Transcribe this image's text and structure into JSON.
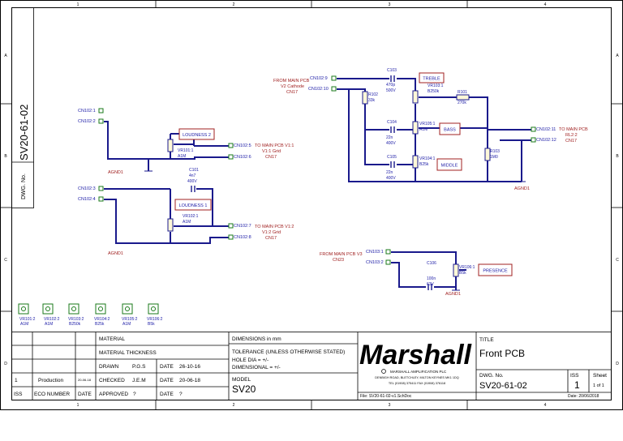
{
  "frame": {
    "col_numbers": [
      "1",
      "2",
      "3",
      "4"
    ],
    "row_letters": [
      "A",
      "B",
      "C",
      "D"
    ]
  },
  "drawing_no_vertical": "SV20-61-02",
  "dwg_no_label": "DWG. No.",
  "connectors": {
    "cn102_1": "CN102:1",
    "cn102_2": "CN102:2",
    "cn102_3": "CN102:3",
    "cn102_4": "CN102:4",
    "cn102_5": "CN102:5",
    "cn102_6": "CN102:6",
    "cn102_7": "CN102:7",
    "cn102_8": "CN102:8",
    "cn102_9": "CN102:9",
    "cn102_10": "CN102:10",
    "cn102_11": "CN102:11",
    "cn102_12": "CN102:12",
    "cn103_1": "CN103:1",
    "cn103_2": "CN103:2"
  },
  "components": {
    "vr101_ref": "VR101:1",
    "vr101_val": "A1M",
    "vr102_ref": "VR102:1",
    "vr102_val": "A1M",
    "vr103_ref": "VR103:1",
    "vr103_val": "B250k",
    "vr105_ref": "VR105:1",
    "vr105_val": "A1M",
    "vr104_ref": "VR104:1",
    "vr104_val": "B25k",
    "vr106_ref": "VR106:1",
    "vr106_val": "B5k",
    "c101_ref": "C101",
    "c101_val1": "4n7",
    "c101_val2": "400V",
    "c103_ref": "C103",
    "c103_val1": "470p",
    "c103_val2": "500V",
    "c104_ref": "C104",
    "c104_val1": "22n",
    "c104_val2": "400V",
    "c105_ref": "C105",
    "c105_val1": "22n",
    "c105_val2": "400V",
    "c106_ref": "C106",
    "c106_val1": "100n",
    "c106_val2": "63V",
    "r101_ref": "R101",
    "r101_val": "270k",
    "r102_ref": "R102",
    "r102_val": "33k",
    "r103_ref": "R103",
    "r103_val": "1M0"
  },
  "function_labels": {
    "loudness2": "LOUDNESS 2",
    "loudness1": "LOUDNESS 1",
    "treble": "TREBLE",
    "bass": "BASS",
    "middle": "MIDDLE",
    "presence": "PRESENCE"
  },
  "net_notes": {
    "to_v1_1_a": "TO MAIN PCB V1:1",
    "to_v1_1_b": "V1:1 Grid",
    "to_v1_1_c": "CN17",
    "to_v1_2_a": "TO MAIN PCB V1:2",
    "to_v1_2_b": "V1:2 Grid",
    "to_v1_2_c": "CN17",
    "from_v2_a": "FROM MAIN PCB",
    "from_v2_b": "V2 Cathode",
    "from_v2_c": "CN17",
    "to_rl2_a": "TO MAIN PCB",
    "to_rl2_b": "RL2:2",
    "to_rl2_c": "CN17",
    "from_v3_a": "FROM MAIN PCB V3",
    "from_v3_b": "CN23"
  },
  "ground_label": "AGND1",
  "footprints": [
    {
      "ref": "VR101:2",
      "val": "A1M"
    },
    {
      "ref": "VR102:2",
      "val": "A1M"
    },
    {
      "ref": "VR103:2",
      "val": "B250k"
    },
    {
      "ref": "VR104:2",
      "val": "B25k"
    },
    {
      "ref": "VR105:2",
      "val": "A1M"
    },
    {
      "ref": "VR106:2",
      "val": "B5k"
    }
  ],
  "title_block": {
    "material": "MATERIAL",
    "material_thickness": "MATERIAL THICKNESS",
    "drawn_label": "DRAWN",
    "drawn_by": "P.G.S",
    "drawn_date_label": "DATE",
    "drawn_date": "26-10-16",
    "checked_label": "CHECKED",
    "checked_by": "J.E.M",
    "checked_date_label": "DATE",
    "checked_date": "20-06-18",
    "approved_label": "APPROVED",
    "approved_by": "?",
    "approved_date_label": "DATE",
    "approved_date": "?",
    "rev_iss": "1",
    "rev_eco": "Production",
    "rev_date": "20-06-18",
    "hdr_iss": "ISS",
    "hdr_eco": "ECO NUMBER",
    "hdr_date": "DATE",
    "dimensions": "DIMENSIONS in mm",
    "tolerance": "TOLERANCE (UNLESS OTHERWISE STATED)",
    "hole_dia": "HOLE DIA = +/-",
    "dimensional": "DIMENSIONAL = +/-",
    "model_label": "MODEL",
    "model": "SV20",
    "brand": "Marshall",
    "company": "MARSHALL AMPLIFICATION PLC",
    "address": "DENBIGH ROAD, BLETCHLEY, MILTON KEYNES MK1 1DQ",
    "tel": "TEL (01908) 375411 FAX (01908) 376118",
    "title_label": "TITLE",
    "title": "Front PCB",
    "dwgno_label": "DWG. No.",
    "dwgno": "SV20-61-02",
    "iss_label": "ISS",
    "iss": "1",
    "sheet_label": "Sheet",
    "sheet": "1 of 1",
    "file": "File: SV20-61-02-v1.SchDoc",
    "date_footer": "Date: 20/06/2018"
  }
}
